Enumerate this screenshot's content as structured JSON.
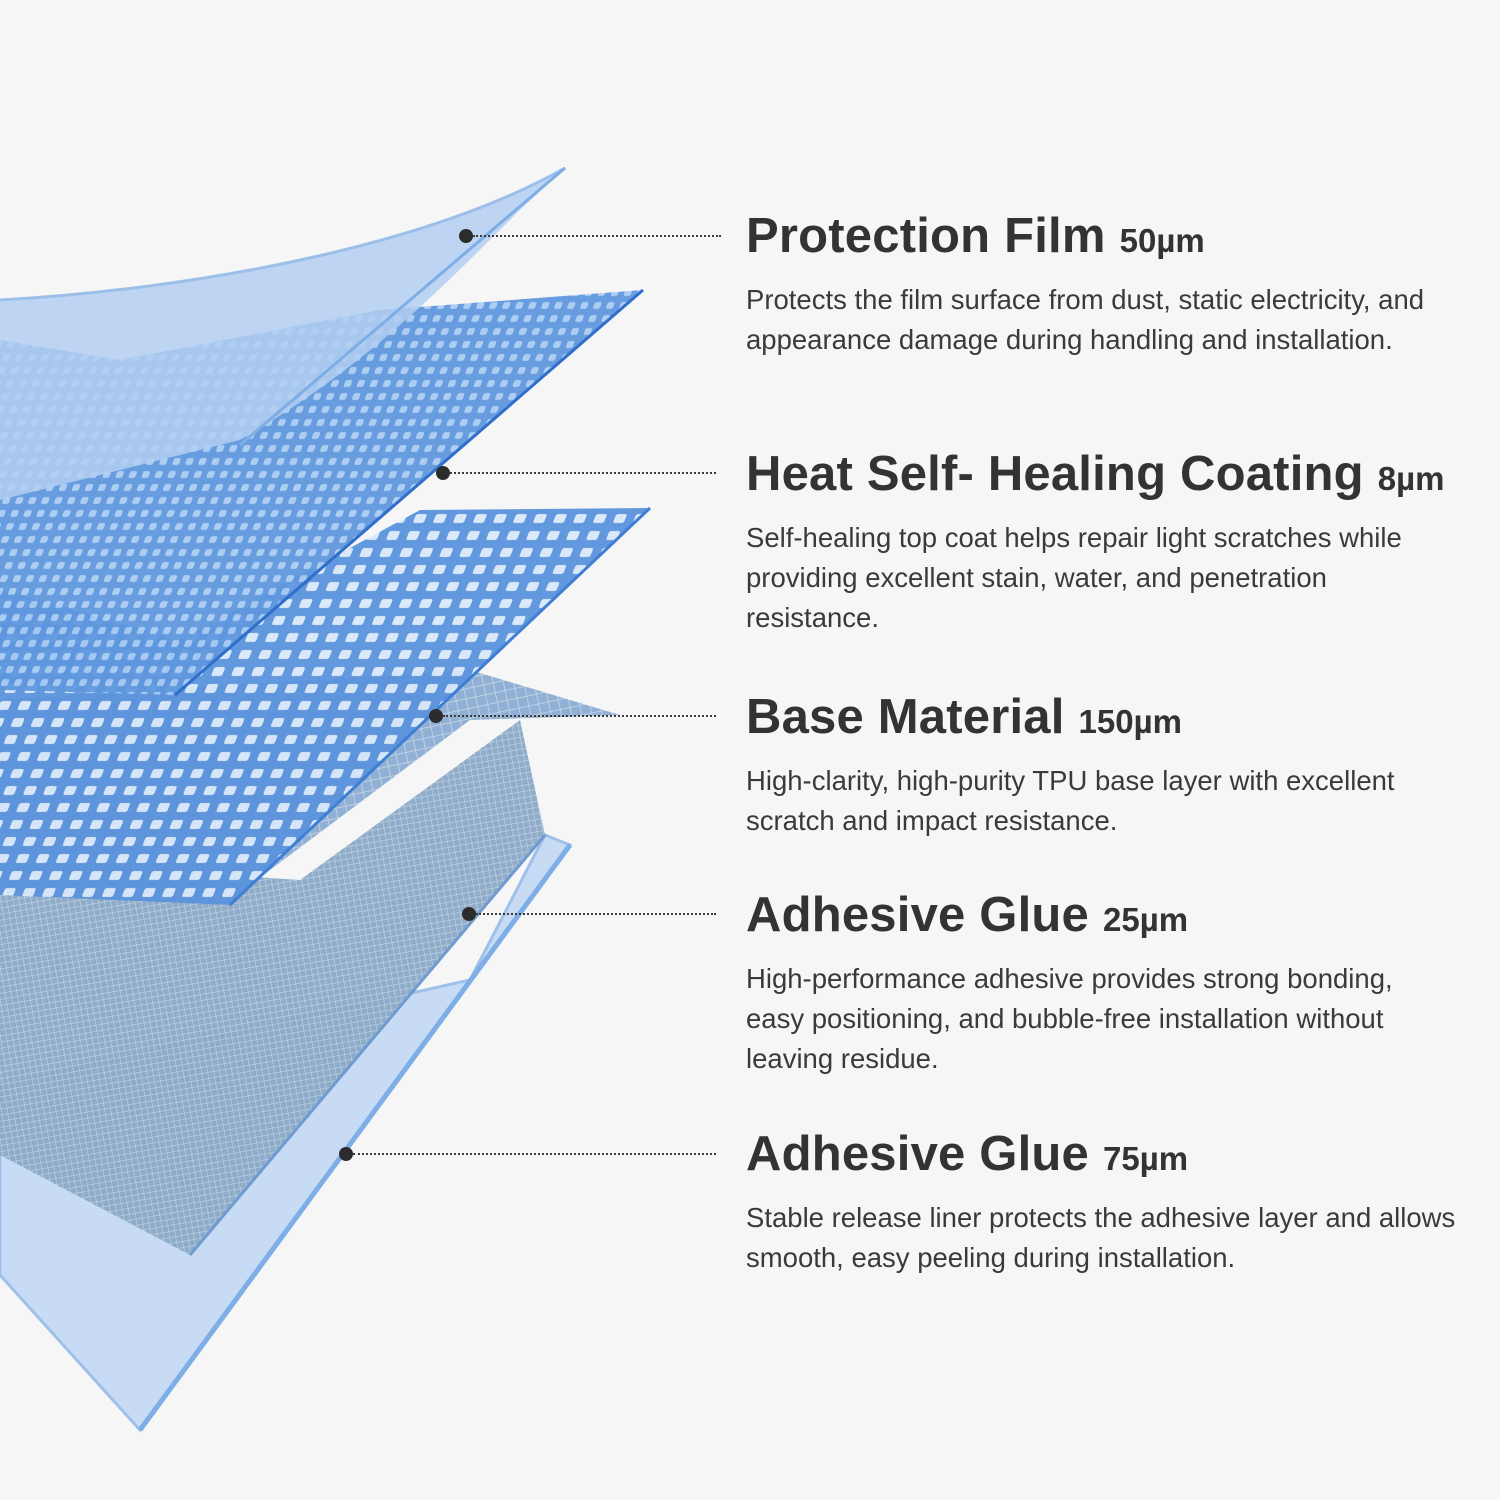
{
  "colors": {
    "background": "#f6f6f6",
    "text": "#333333",
    "layer_light": "#b9d3f1",
    "layer_mid": "#7eaee6",
    "layer_dark": "#4d8bd9"
  },
  "layers": [
    {
      "name": "Protection Film",
      "thickness": "50µm",
      "description": "Protects the film surface from dust, static electricity, and appearance damage during handling and installation."
    },
    {
      "name": "Heat Self- Healing Coating",
      "thickness": "8µm",
      "description": "Self-healing top coat helps repair light scratches while providing excellent stain, water, and penetration resistance."
    },
    {
      "name": "Base Material",
      "thickness": "150µm",
      "description": "High-clarity, high-purity TPU base layer with excellent scratch and impact resistance."
    },
    {
      "name": "Adhesive Glue",
      "thickness": "25µm",
      "description": "High-performance adhesive provides strong bonding, easy positioning, and bubble-free installation without leaving residue."
    },
    {
      "name": "Adhesive Glue",
      "thickness": "75µm",
      "description": "Stable release liner protects the adhesive layer and allows smooth, easy peeling during installation."
    }
  ]
}
